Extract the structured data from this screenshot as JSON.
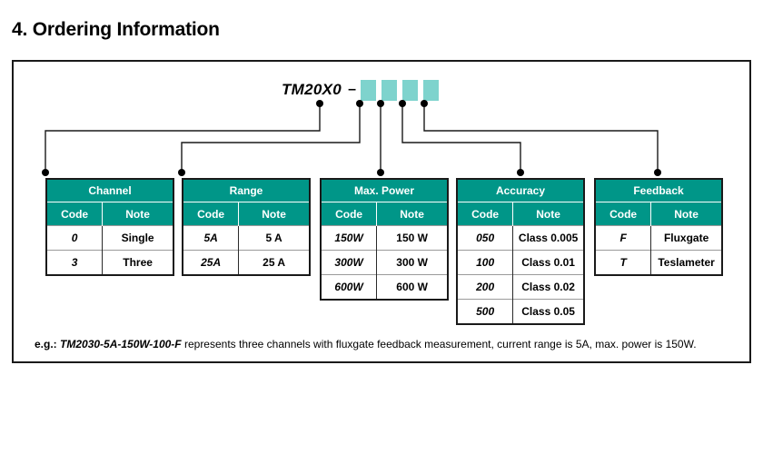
{
  "page": {
    "section_title": "4. Ordering Information"
  },
  "part_number": {
    "base": "TM20X0",
    "separator": "–",
    "slot_count": 4,
    "slot_color": "#7ed3cd"
  },
  "colors": {
    "header_teal": "#009688",
    "slot_teal": "#7ed3cd",
    "border_black": "#1a1a1a",
    "row_divider": "#9a9a9a"
  },
  "tables": [
    {
      "title": "Channel",
      "columns": [
        "Code",
        "Note"
      ],
      "rows": [
        {
          "code": "0",
          "note": "Single"
        },
        {
          "code": "3",
          "note": "Three"
        }
      ]
    },
    {
      "title": "Range",
      "columns": [
        "Code",
        "Note"
      ],
      "rows": [
        {
          "code": "5A",
          "note": "5 A"
        },
        {
          "code": "25A",
          "note": "25 A"
        }
      ]
    },
    {
      "title": "Max. Power",
      "columns": [
        "Code",
        "Note"
      ],
      "rows": [
        {
          "code": "150W",
          "note": "150 W"
        },
        {
          "code": "300W",
          "note": "300 W"
        },
        {
          "code": "600W",
          "note": "600 W"
        }
      ]
    },
    {
      "title": "Accuracy",
      "columns": [
        "Code",
        "Note"
      ],
      "rows": [
        {
          "code": "050",
          "note": "Class 0.005"
        },
        {
          "code": "100",
          "note": "Class 0.01"
        },
        {
          "code": "200",
          "note": "Class 0.02"
        },
        {
          "code": "500",
          "note": "Class 0.05"
        }
      ]
    },
    {
      "title": "Feedback",
      "columns": [
        "Code",
        "Note"
      ],
      "rows": [
        {
          "code": "F",
          "note": "Fluxgate"
        },
        {
          "code": "T",
          "note": "Teslameter"
        }
      ]
    }
  ],
  "footnote": {
    "lead": "e.g.:",
    "part": "TM2030-5A-150W-100-F",
    "rest": "represents three channels with fluxgate feedback measurement, current range is 5A, max. power is 150W."
  }
}
